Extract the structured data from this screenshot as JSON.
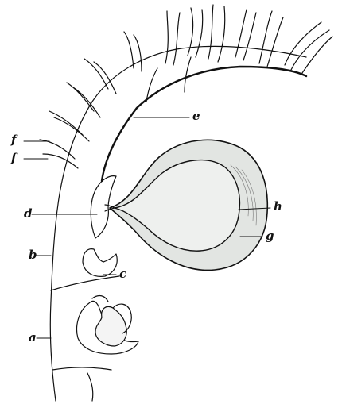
{
  "figure": {
    "labels": {
      "a": "a",
      "b": "b",
      "c": "c",
      "d": "d",
      "e": "e",
      "f1": "f",
      "f2": "f",
      "g": "g",
      "h": "h"
    },
    "colors": {
      "ink": "#111111",
      "paper": "#ffffff",
      "vesicle_fill": "#eceeec",
      "rim_fill": "#e2e5e2"
    }
  }
}
